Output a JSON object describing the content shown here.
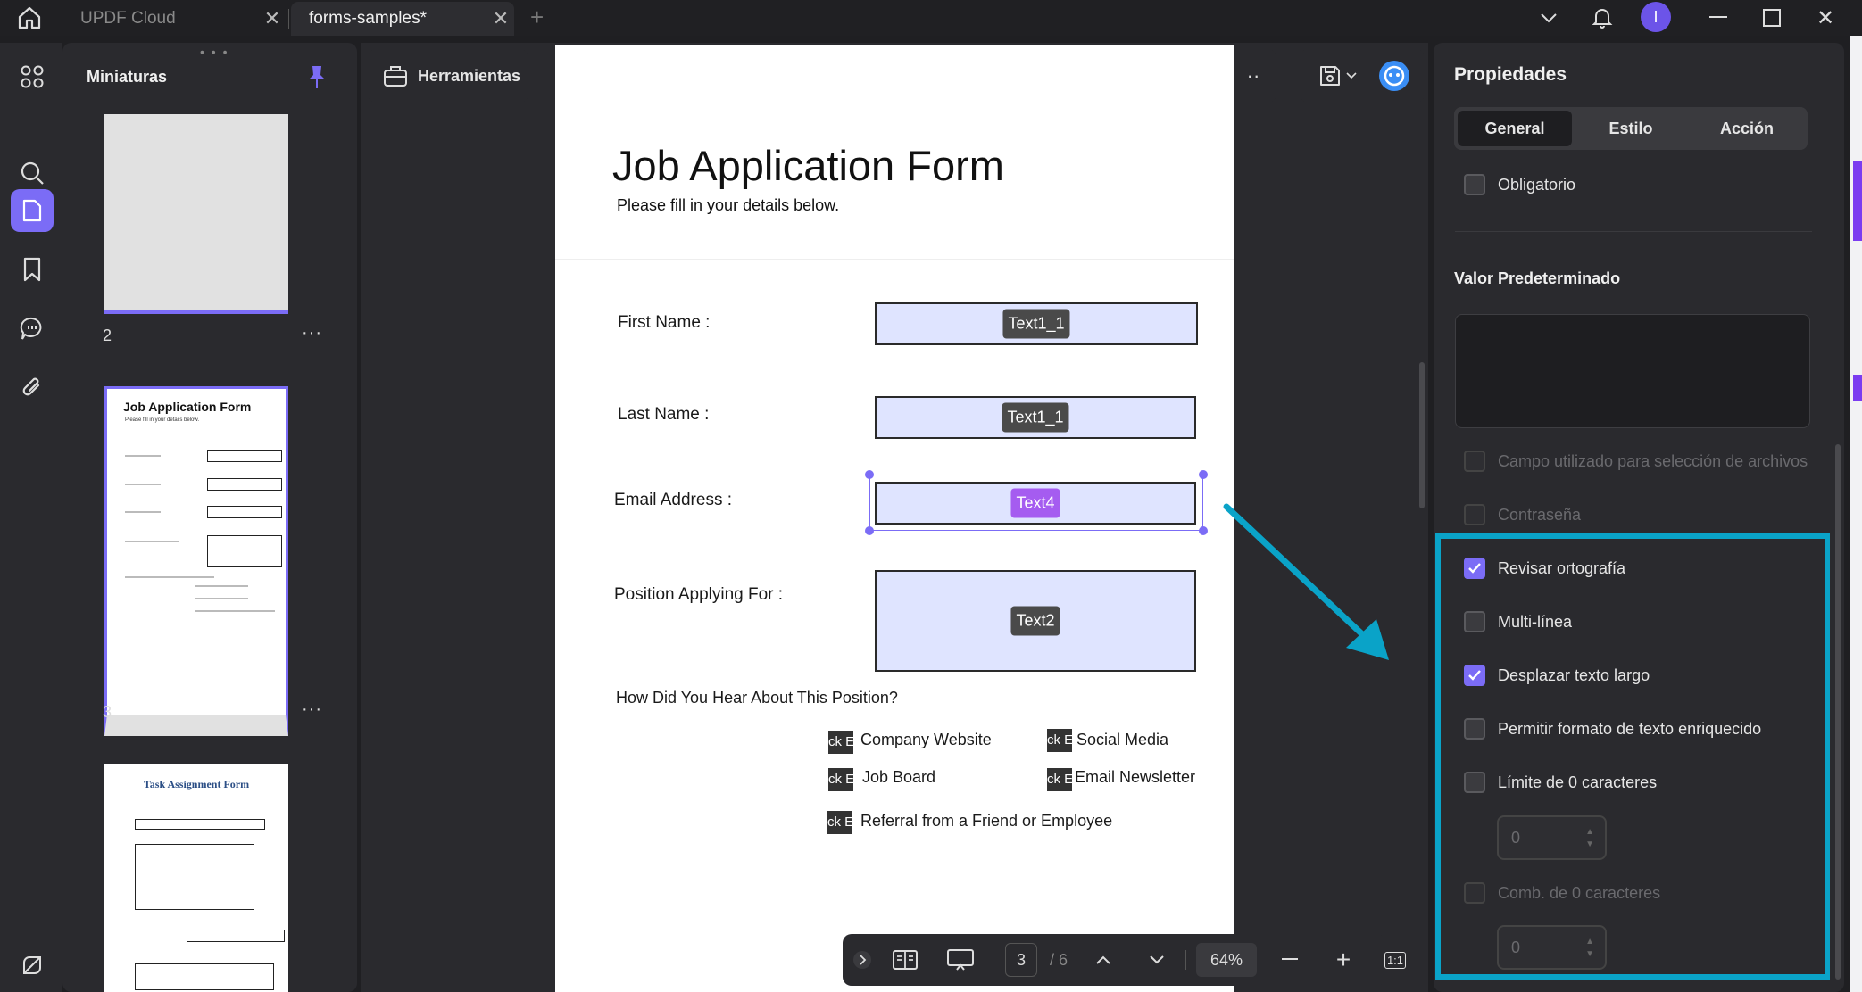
{
  "tabs": [
    {
      "label": "UPDF Cloud"
    },
    {
      "label": "forms-samples*"
    }
  ],
  "sidebar": {
    "title": "Miniaturas",
    "thumbnails": [
      {
        "page": "2"
      },
      {
        "page": "3",
        "title": "Job Application Form",
        "subtitle": "Please fill in your details below."
      },
      {
        "title": "Task Assignment Form"
      }
    ]
  },
  "tools": {
    "label": "Herramientas"
  },
  "document": {
    "title": "Job Application Form",
    "subtitle": "Please fill in your details below.",
    "labels": {
      "first_name": "First Name :",
      "last_name": "Last Name :",
      "email": "Email Address :",
      "position": "Position Applying For :",
      "hear": "How Did You Hear About This Position?"
    },
    "fields": {
      "first_name": "Text1_1",
      "last_name": "Text1_1",
      "email": "Text4",
      "position": "Text2"
    },
    "checkbox_tag": "ck E",
    "checkboxes": {
      "company_website": "Company Website",
      "social_media": "Social Media",
      "job_board": "Job Board",
      "email_newsletter": "Email Newsletter",
      "referral": "Referral from a Friend or Employee"
    }
  },
  "pagination": {
    "current_page": "3",
    "total": "/ 6",
    "zoom": "64%",
    "ratio": "1:1"
  },
  "properties": {
    "title": "Propiedades",
    "tabs": [
      "General",
      "Estilo",
      "Acción"
    ],
    "active_tab": "General",
    "required": "Obligatorio",
    "default_value_heading": "Valor Predeterminado",
    "file_select": "Campo utilizado para selección de archivos",
    "password": "Contraseña",
    "spell_check": "Revisar ortografía",
    "multiline": "Multi-línea",
    "scroll_long": "Desplazar texto largo",
    "rich_text": "Permitir formato de texto enriquecido",
    "limit": "Límite de 0 caracteres",
    "limit_value": "0",
    "comb": "Comb. de 0 caracteres",
    "comb_value": "0"
  },
  "colors": {
    "accent": "#7b6cf6",
    "highlight": "#0aa3c8",
    "field_fill": "#dfe4ff"
  }
}
